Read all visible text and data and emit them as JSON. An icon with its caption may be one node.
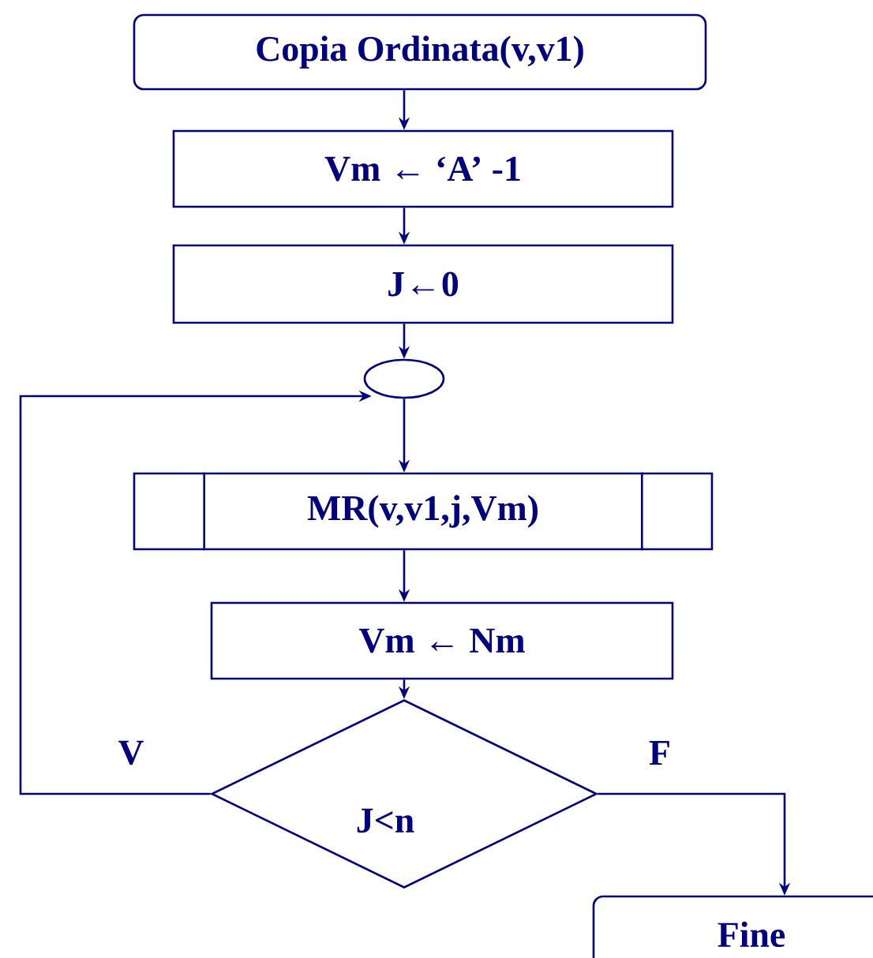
{
  "diagram": {
    "nodes": [
      {
        "text": [
          "Copia Ordinata(v,v1)"
        ]
      },
      {
        "text": [
          "Vm ← ‘A’ -1"
        ]
      },
      {
        "text": [
          "J←0"
        ]
      },
      {
        "text": [],
        "shape": "circle"
      },
      {
        "text": [
          "MR(v,v1,j,Vm)"
        ]
      },
      {
        "text": [
          "Vm ← Nm"
        ]
      },
      {
        "text": [
          "J<n"
        ]
      },
      {
        "text": [
          "Fine"
        ]
      }
    ],
    "edges": [
      {
        "from": 0,
        "to": 1,
        "arrow": "to"
      },
      {
        "from": 1,
        "to": 2,
        "arrow": "to"
      },
      {
        "from": 2,
        "to": 3,
        "arrow": "to"
      },
      {
        "from": 3,
        "to": 4,
        "arrow": "to"
      },
      {
        "from": 4,
        "to": 5,
        "arrow": "to"
      },
      {
        "from": 5,
        "to": 6,
        "arrow": "to"
      },
      {
        "from": 6,
        "to": 3,
        "arrow": "to",
        "label": "V"
      },
      {
        "from": 6,
        "to": 7,
        "arrow": "to",
        "label": "F"
      }
    ]
  }
}
